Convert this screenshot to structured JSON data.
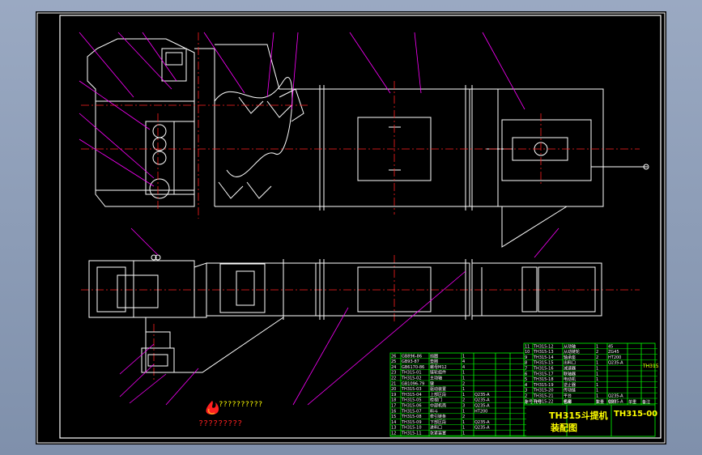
{
  "drawing": {
    "title_cn": "TH315斗提机",
    "subtitle_cn": "装配图",
    "drawing_no": "TH315-00",
    "note_code": "TH315"
  },
  "logo": {
    "line1": "??????????",
    "line2": "?????????"
  },
  "colors": {
    "background": "#000000",
    "outline": "#ffffff",
    "leader": "#ff00ff",
    "centerline": "#ff2020",
    "table": "#00ff00",
    "text": "#ffff00"
  },
  "parts_table_left": {
    "rows": [
      [
        "26",
        "GB896-86",
        "挡圈",
        "1",
        "",
        "",
        ""
      ],
      [
        "25",
        "GB93-87",
        "垫圈",
        "4",
        "",
        "",
        ""
      ],
      [
        "24",
        "GB6170-86",
        "螺母M12",
        "4",
        "",
        "",
        ""
      ],
      [
        "23",
        "TH315-01",
        "链轮组件",
        "1",
        "",
        "",
        ""
      ],
      [
        "22",
        "TH315-02",
        "主动轴",
        "1",
        "",
        "",
        ""
      ],
      [
        "21",
        "GB1096-79",
        "键",
        "2",
        "",
        "",
        ""
      ],
      [
        "20",
        "TH315-03",
        "驱动装置",
        "1",
        "",
        "",
        ""
      ],
      [
        "19",
        "TH315-04",
        "上部区段",
        "1",
        "Q235-A",
        "",
        ""
      ],
      [
        "18",
        "TH315-05",
        "检视门",
        "2",
        "Q235-A",
        "",
        ""
      ],
      [
        "17",
        "TH315-06",
        "中部机壳",
        "3",
        "Q235-A",
        "",
        ""
      ],
      [
        "16",
        "TH315-07",
        "料斗",
        "1",
        "HT200",
        "",
        ""
      ],
      [
        "15",
        "TH315-08",
        "牵引链条",
        "2",
        "",
        "",
        ""
      ],
      [
        "14",
        "TH315-09",
        "下部区段",
        "1",
        "Q235-A",
        "",
        ""
      ],
      [
        "13",
        "TH315-10",
        "进料口",
        "1",
        "Q235-A",
        "",
        ""
      ],
      [
        "12",
        "TH315-11",
        "张紧装置",
        "1",
        "",
        "",
        ""
      ]
    ]
  },
  "parts_table_right": {
    "rows": [
      [
        "11",
        "TH315-12",
        "从动轴",
        "1",
        "45",
        "",
        ""
      ],
      [
        "10",
        "TH315-13",
        "从动链轮",
        "2",
        "ZG45",
        "",
        ""
      ],
      [
        "9",
        "TH315-14",
        "轴承座",
        "2",
        "HT200",
        "",
        ""
      ],
      [
        "8",
        "TH315-15",
        "出料口",
        "1",
        "Q235-A",
        "",
        ""
      ],
      [
        "7",
        "TH315-16",
        "减速器",
        "1",
        "",
        "",
        ""
      ],
      [
        "6",
        "TH315-17",
        "联轴器",
        "1",
        "",
        "",
        ""
      ],
      [
        "5",
        "TH315-18",
        "电动机",
        "1",
        "",
        "",
        ""
      ],
      [
        "4",
        "TH315-19",
        "逆止器",
        "1",
        "",
        "",
        ""
      ],
      [
        "3",
        "TH315-20",
        "传动链",
        "1",
        "",
        "",
        ""
      ],
      [
        "2",
        "TH315-21",
        "平台",
        "1",
        "Q235-A",
        "",
        ""
      ],
      [
        "1",
        "TH315-22",
        "机座",
        "1",
        "Q235-A",
        "",
        ""
      ]
    ],
    "header": [
      "序号",
      "代号",
      "名称",
      "数量",
      "材料",
      "单重",
      "备注"
    ]
  }
}
